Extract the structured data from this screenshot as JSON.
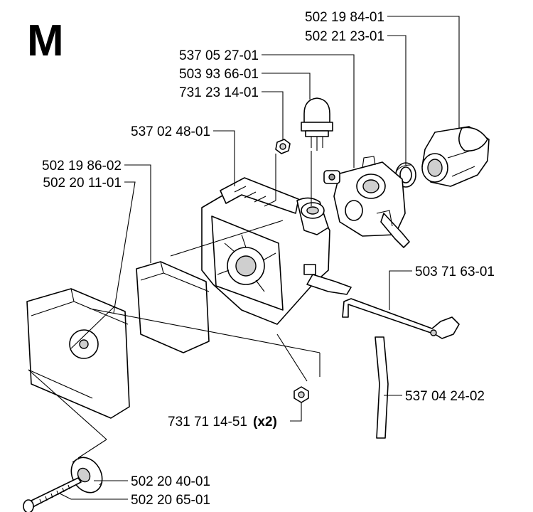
{
  "section_letter": "M",
  "parts": [
    {
      "id": "p1",
      "number": "502 19 84-01"
    },
    {
      "id": "p2",
      "number": "502 21 23-01"
    },
    {
      "id": "p3",
      "number": "537 05 27-01"
    },
    {
      "id": "p4",
      "number": "503 93 66-01"
    },
    {
      "id": "p5",
      "number": "731 23 14-01"
    },
    {
      "id": "p6",
      "number": "537 02 48-01"
    },
    {
      "id": "p7",
      "number": "502 19 86-02"
    },
    {
      "id": "p8",
      "number": "502 20 11-01"
    },
    {
      "id": "p9",
      "number": "503 71 63-01"
    },
    {
      "id": "p10",
      "number": "537 04 24-02"
    },
    {
      "id": "p11",
      "number": "731 71 14-51",
      "qty": "(x2)"
    },
    {
      "id": "p12",
      "number": "502 20 40-01"
    },
    {
      "id": "p13",
      "number": "502 20 65-01"
    }
  ]
}
